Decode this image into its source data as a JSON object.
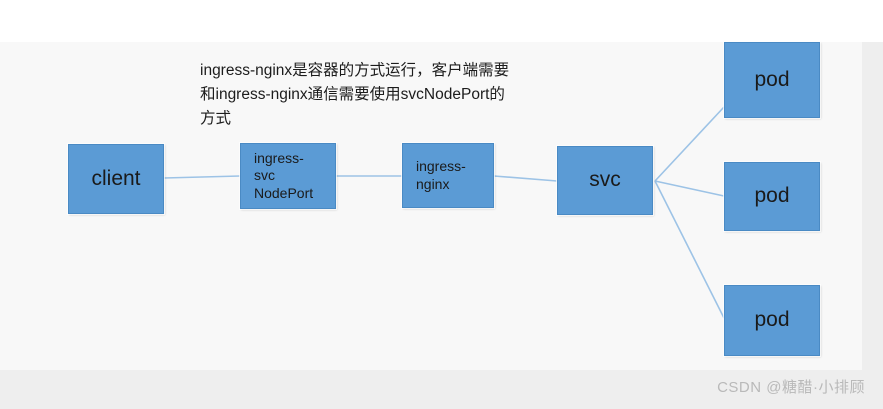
{
  "diagram": {
    "title": "ingress-nginx traffic flow diagram",
    "background_color": "#f8f8f8",
    "node_fill_color": "#5b9bd5",
    "edge_color": "#9dc3e6",
    "annotation": "ingress-nginx是容器的方式运行，客户端需要和ingress-nginx通信需要使用svcNodePort的方式",
    "nodes": [
      {
        "id": "client",
        "label": "client"
      },
      {
        "id": "ingress-svc",
        "label": "ingress-\nsvc\nNodePort"
      },
      {
        "id": "ingress-nginx",
        "label": "ingress-\nnginx"
      },
      {
        "id": "svc",
        "label": "svc"
      },
      {
        "id": "pod-1",
        "label": "pod"
      },
      {
        "id": "pod-2",
        "label": "pod"
      },
      {
        "id": "pod-3",
        "label": "pod"
      }
    ],
    "edges": [
      {
        "from": "client",
        "to": "ingress-svc"
      },
      {
        "from": "ingress-svc",
        "to": "ingress-nginx"
      },
      {
        "from": "ingress-nginx",
        "to": "svc"
      },
      {
        "from": "svc",
        "to": "pod-1"
      },
      {
        "from": "svc",
        "to": "pod-2"
      },
      {
        "from": "svc",
        "to": "pod-3"
      }
    ]
  },
  "watermark": {
    "text": "CSDN @糖醋·小排顾"
  }
}
